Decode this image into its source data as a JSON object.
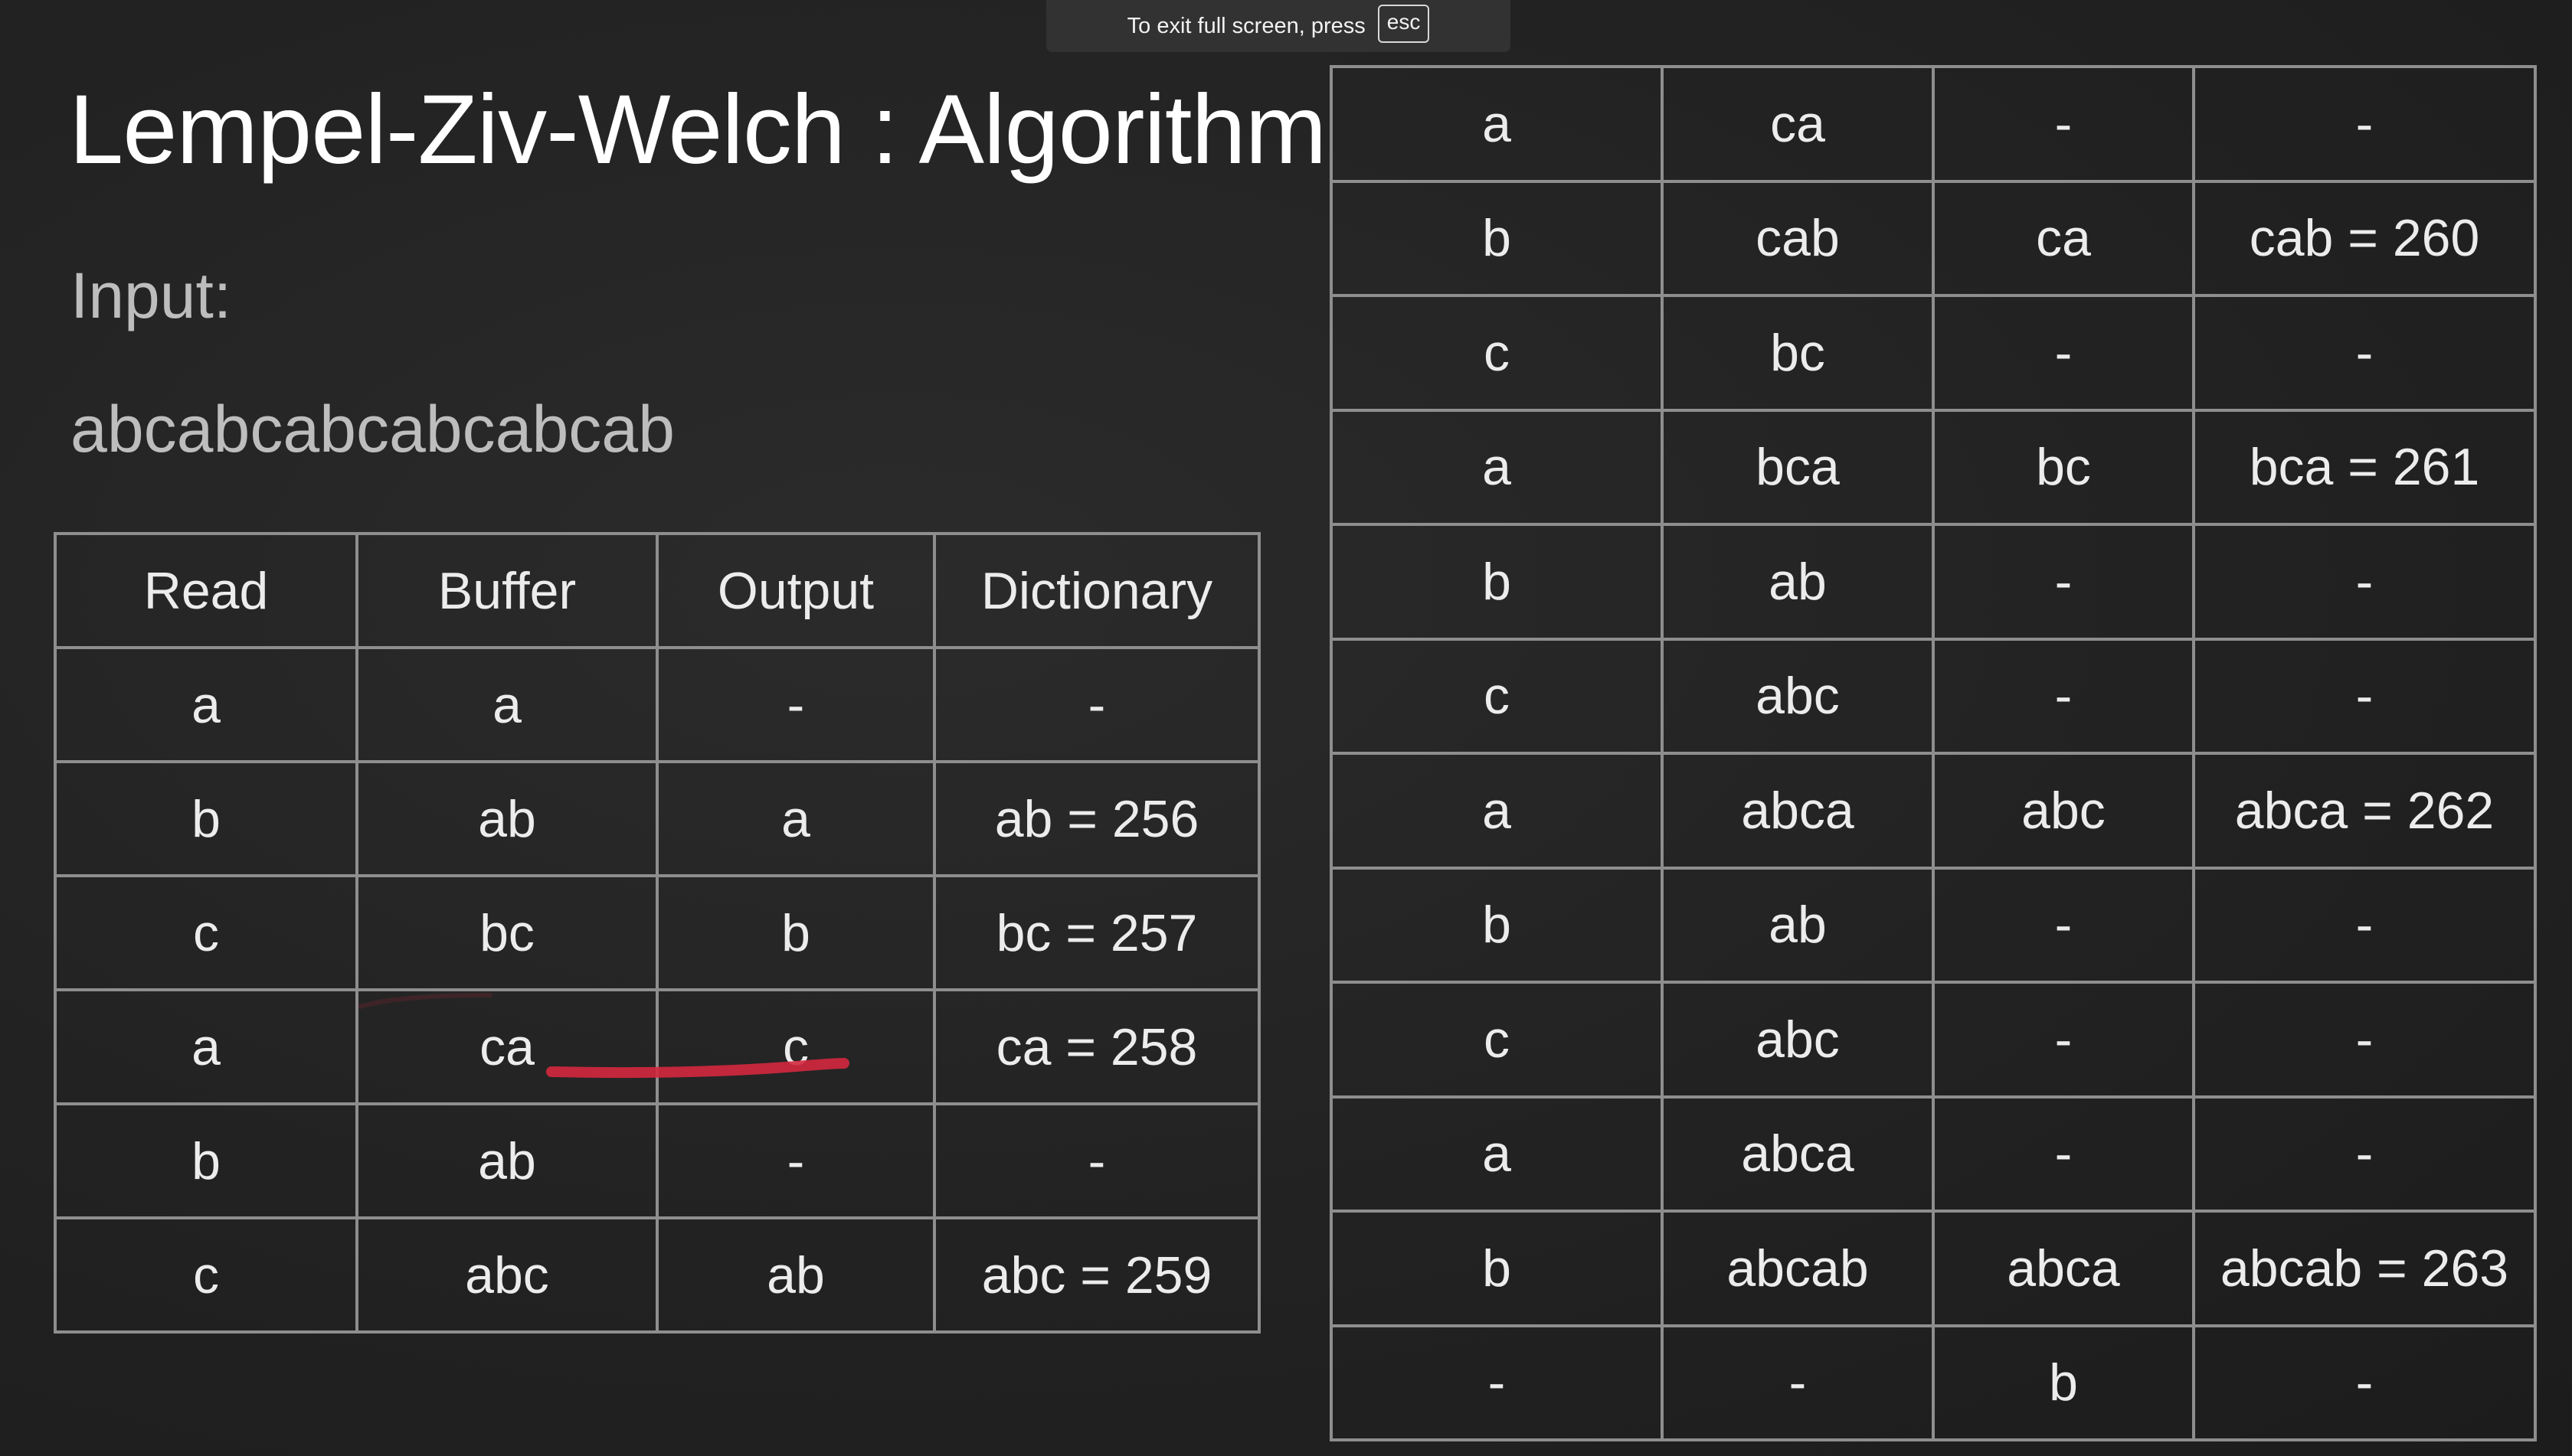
{
  "fullscreen_notice": {
    "text": "To exit full screen, press",
    "key": "esc"
  },
  "slide": {
    "title": "Lempel-Ziv-Welch : Algorithm",
    "input_label": "Input:",
    "input_value": "abcabcabcabcabcab"
  },
  "left_table": {
    "headers": [
      "Read",
      "Buffer",
      "Output",
      "Dictionary"
    ],
    "rows": [
      [
        "a",
        "a",
        "-",
        "-"
      ],
      [
        "b",
        "ab",
        "a",
        "ab = 256"
      ],
      [
        "c",
        "bc",
        "b",
        "bc = 257"
      ],
      [
        "a",
        "ca",
        "c",
        "ca = 258"
      ],
      [
        "b",
        "ab",
        "-",
        "-"
      ],
      [
        "c",
        "abc",
        "ab",
        "abc = 259"
      ]
    ]
  },
  "right_table": {
    "rows": [
      [
        "a",
        "ca",
        "-",
        "-"
      ],
      [
        "b",
        "cab",
        "ca",
        "cab = 260"
      ],
      [
        "c",
        "bc",
        "-",
        "-"
      ],
      [
        "a",
        "bca",
        "bc",
        "bca = 261"
      ],
      [
        "b",
        "ab",
        "-",
        "-"
      ],
      [
        "c",
        "abc",
        "-",
        "-"
      ],
      [
        "a",
        "abca",
        "abc",
        "abca = 262"
      ],
      [
        "b",
        "ab",
        "-",
        "-"
      ],
      [
        "c",
        "abc",
        "-",
        "-"
      ],
      [
        "a",
        "abca",
        "-",
        "-"
      ],
      [
        "b",
        "abcab",
        "abca",
        "abcab = 263"
      ],
      [
        "-",
        "-",
        "b",
        "-"
      ]
    ]
  },
  "colors": {
    "background": "#232323",
    "text": "#ececec",
    "muted_text": "#bdbdbd",
    "grid": "#8e8e8e",
    "pen_annotation": "#d4283f"
  }
}
